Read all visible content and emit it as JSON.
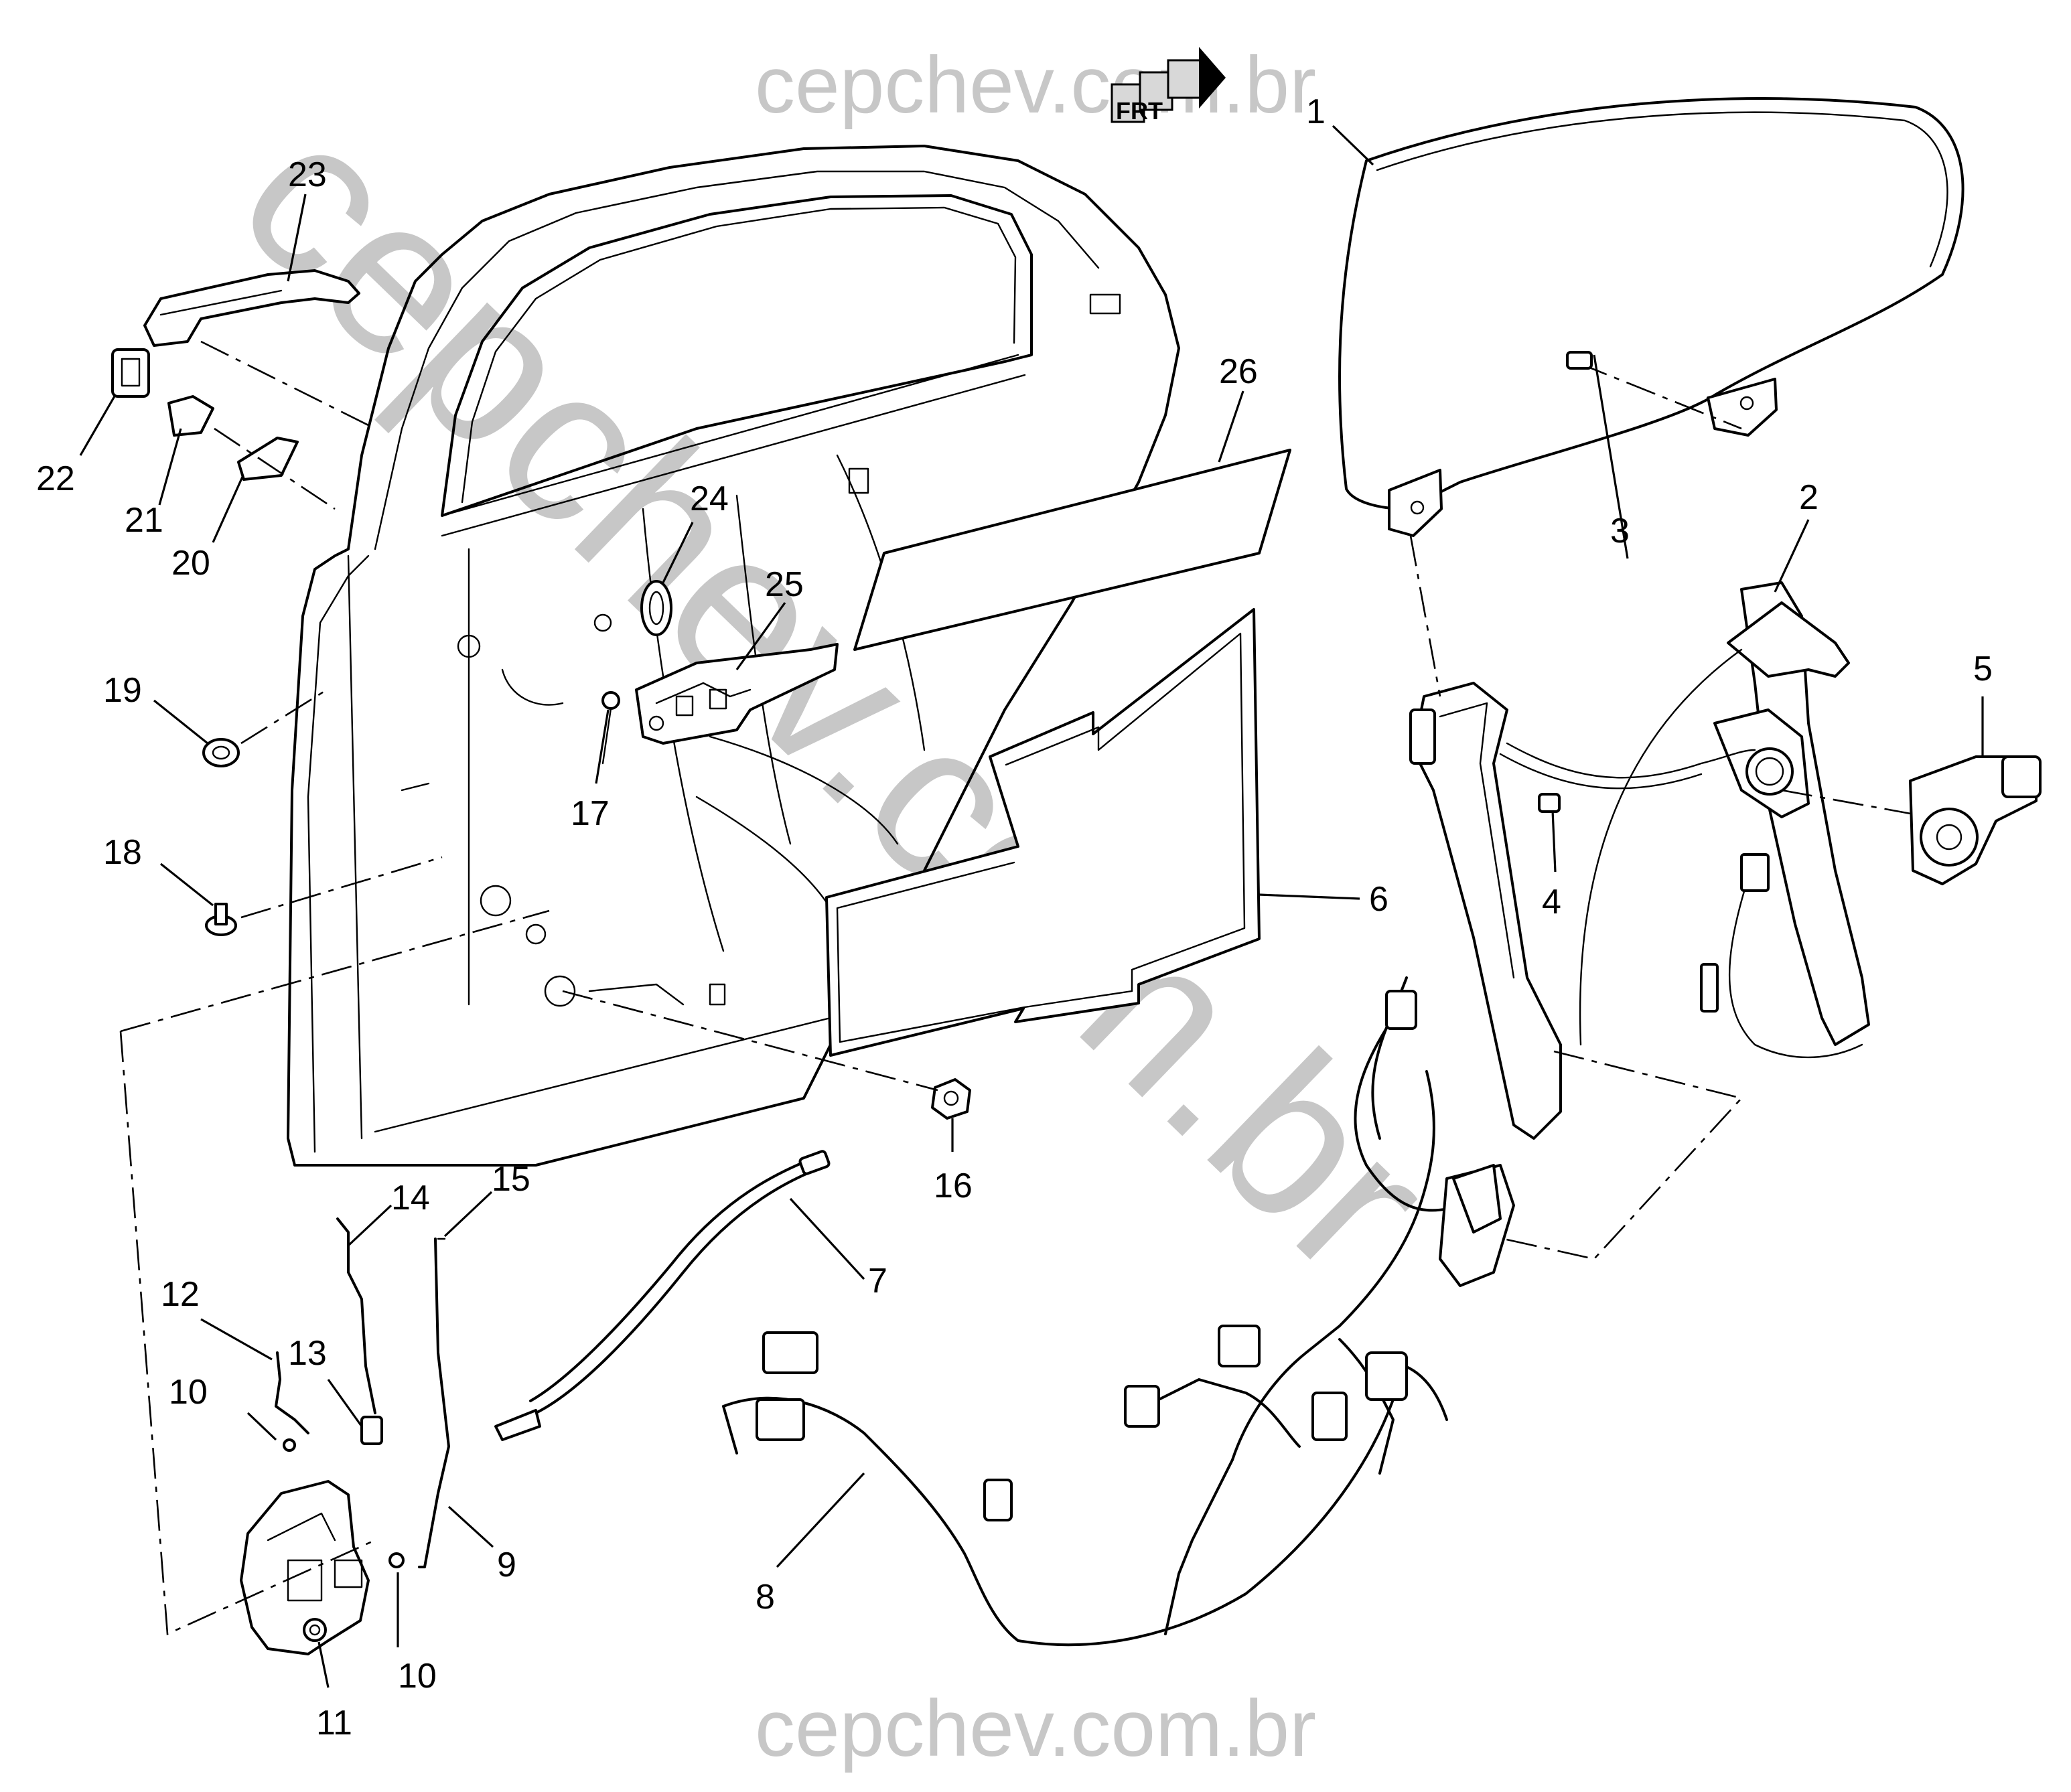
{
  "watermark": {
    "top": "cepchev.com.br",
    "bottom": "cepchev.com.br",
    "diagonal": "cepchev.com.br",
    "color": "#c7c7c7"
  },
  "direction_badge": {
    "text": "FRT",
    "icon": "front-direction-arrow-icon"
  },
  "callouts": [
    "1",
    "2",
    "3",
    "4",
    "5",
    "6",
    "7",
    "8",
    "9",
    "10",
    "10",
    "11",
    "12",
    "13",
    "14",
    "15",
    "16",
    "17",
    "18",
    "19",
    "20",
    "21",
    "22",
    "23",
    "24",
    "25",
    "26"
  ]
}
